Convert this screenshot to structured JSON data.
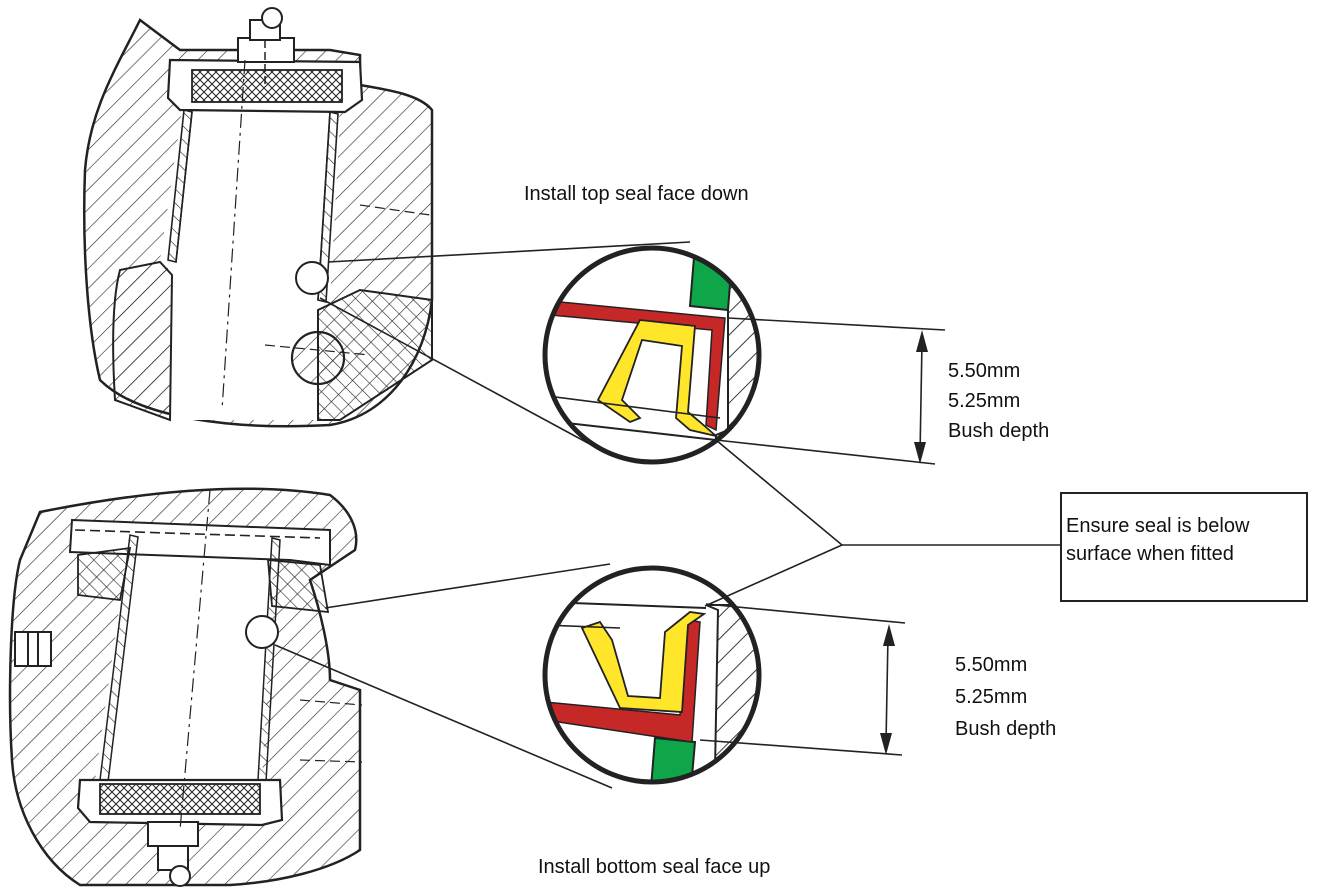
{
  "labels": {
    "top_instruction": "Install top seal face down",
    "bottom_instruction": "Install bottom seal face up",
    "note_line1": "Ensure seal is below",
    "note_line2": "surface when fitted",
    "top_dim_max": "5.50mm",
    "top_dim_min": "5.25mm",
    "top_dim_name": "Bush depth",
    "bottom_dim_max": "5.50mm",
    "bottom_dim_min": "5.25mm",
    "bottom_dim_name": "Bush depth"
  },
  "colors": {
    "seal_yellow": "#ffe62a",
    "seal_red": "#c62828",
    "seal_green": "#0fa64a",
    "ink": "#222222"
  }
}
